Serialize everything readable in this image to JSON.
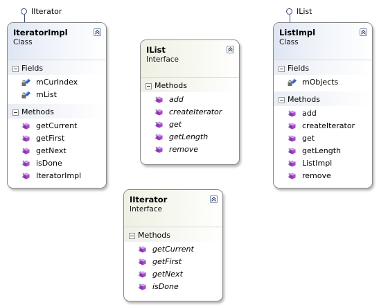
{
  "lollipops": [
    {
      "id": "iiterator-lollipop",
      "label": "IIterator"
    },
    {
      "id": "ilist-lollipop",
      "label": "IList"
    }
  ],
  "shapes": [
    {
      "id": "iteratorimpl",
      "name": "IteratorImpl",
      "kind": "Class",
      "fields": {
        "title": "Fields",
        "items": [
          {
            "name": "mCurIndex",
            "icon": "field-icon"
          },
          {
            "name": "mList",
            "icon": "field-icon"
          }
        ]
      },
      "methods": {
        "title": "Methods",
        "items": [
          {
            "name": "getCurrent"
          },
          {
            "name": "getFirst"
          },
          {
            "name": "getNext"
          },
          {
            "name": "isDone"
          },
          {
            "name": "IteratorImpl"
          }
        ]
      }
    },
    {
      "id": "ilist",
      "name": "IList",
      "kind": "Interface",
      "methods": {
        "title": "Methods",
        "items": [
          {
            "name": "add"
          },
          {
            "name": "createIterator"
          },
          {
            "name": "get"
          },
          {
            "name": "getLength"
          },
          {
            "name": "remove"
          }
        ]
      }
    },
    {
      "id": "listimpl",
      "name": "ListImpl",
      "kind": "Class",
      "fields": {
        "title": "Fields",
        "items": [
          {
            "name": "mObjects",
            "icon": "field-icon"
          }
        ]
      },
      "methods": {
        "title": "Methods",
        "items": [
          {
            "name": "add"
          },
          {
            "name": "createIterator"
          },
          {
            "name": "get"
          },
          {
            "name": "getLength"
          },
          {
            "name": "ListImpl"
          },
          {
            "name": "remove"
          }
        ]
      }
    },
    {
      "id": "iiterator",
      "name": "IIterator",
      "kind": "Interface",
      "methods": {
        "title": "Methods",
        "items": [
          {
            "name": "getCurrent"
          },
          {
            "name": "getFirst"
          },
          {
            "name": "getNext"
          },
          {
            "name": "isDone"
          }
        ]
      }
    }
  ],
  "colors": {
    "method_icon": "#a64ac9",
    "field_icon": "#2f5fb5",
    "class_header": "#dfe6f3",
    "interface_header": "#eef0e4"
  }
}
